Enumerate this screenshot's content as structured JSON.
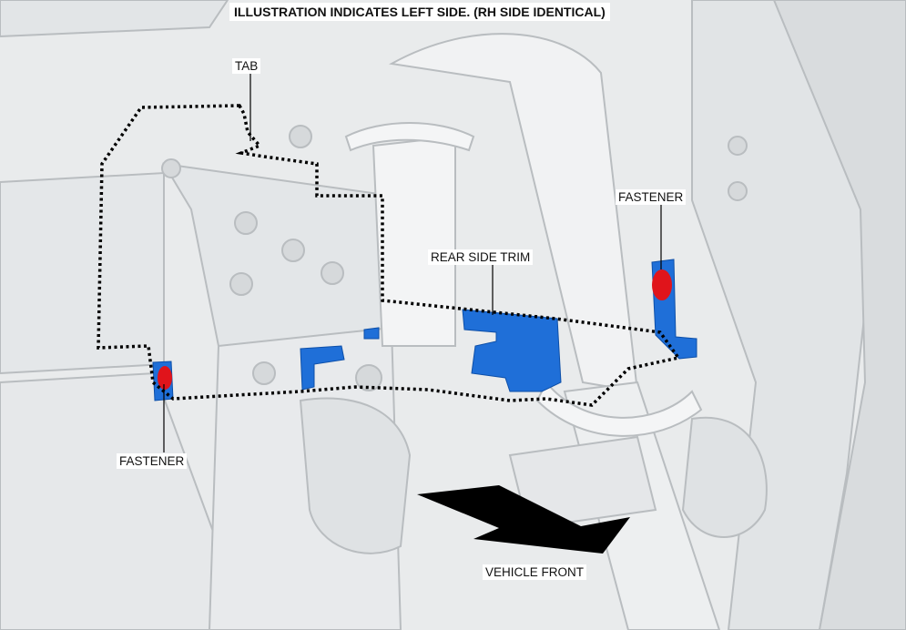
{
  "title": "ILLUSTRATION INDICATES LEFT SIDE. (RH SIDE IDENTICAL)",
  "callouts": {
    "tab": "TAB",
    "fastener_upper_right": "FASTENER",
    "rear_side_trim": "REAR SIDE TRIM",
    "fastener_lower_left": "FASTENER",
    "vehicle_front": "VEHICLE FRONT"
  },
  "colors": {
    "trim_part": "#1f6fd8",
    "fastener_marker": "#e0141b",
    "outline": "#000000",
    "background": "#e9ebec"
  },
  "icons": {
    "direction_arrow": "vehicle-front-arrow-icon"
  }
}
